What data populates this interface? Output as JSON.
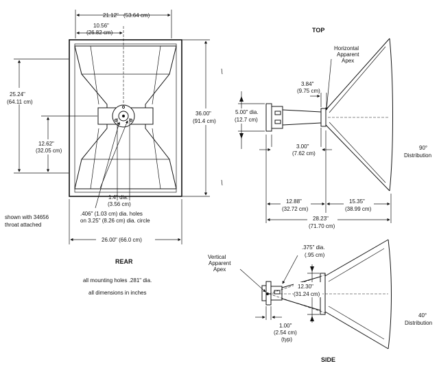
{
  "labels": {
    "top_title": "TOP",
    "rear_title": "REAR",
    "side_title": "SIDE",
    "rear_width_outer_in": "21.12\"",
    "rear_width_outer_cm": "(53.64 cm)",
    "rear_width_half_in": "10.56\"",
    "rear_width_half_cm": "(26.82 cm)",
    "rear_height_upper_in": "25.24\"",
    "rear_height_upper_cm": "(64.11 cm)",
    "rear_height_mid_in": "12.62\"",
    "rear_height_mid_cm": "(32.05 cm)",
    "rear_height_full_in": "36.00\"",
    "rear_height_full_cm": "(91.4 cm)",
    "rear_small_in": "1.4\" dia.",
    "rear_small_cm": "(3.56 cm)",
    "holes_line1": ".406\" (1.03 cm) dia. holes",
    "holes_line2": "on 3.25\" (8.26 cm) dia. circle",
    "shown_line1": "shown with 34656",
    "shown_line2": "throat attached",
    "rear_width_bottom": "26.00\" (66.0 cm)",
    "mount_note": "all mounting holes .281\" dia.",
    "dim_note": "all dimensions in inches",
    "horiz_apex_1": "Horizontal",
    "horiz_apex_2": "Apparent",
    "horiz_apex_3": "Apex",
    "top_384_in": "3.84\"",
    "top_384_cm": "(9.75 cm)",
    "top_500_in": "5.00\" dia.",
    "top_500_cm": "(12.7 cm)",
    "top_300_in": "3.00\"",
    "top_300_cm": "(7.62 cm)",
    "top_90_1": "90°",
    "top_90_2": "Distribution",
    "top_1288_in": "12.88\"",
    "top_1288_cm": "(32.72 cm)",
    "top_1535_in": "15.35\"",
    "top_1535_cm": "(38.99 cm)",
    "top_2823_in": "28.23\"",
    "top_2823_cm": "(71.70 cm)",
    "vert_apex_1": "Vertical",
    "vert_apex_2": "Apparent",
    "vert_apex_3": "Apex",
    "side_375_in": ".375\" dia.",
    "side_375_cm": "(.95 cm)",
    "side_1230_in": "12.30\"",
    "side_1230_cm": "(31.24 cm)",
    "side_40_1": "40°",
    "side_40_2": "Distribution",
    "side_100_in": "1.00\"",
    "side_100_cm": "(2.54 cm)",
    "side_typ": "(typ)"
  }
}
